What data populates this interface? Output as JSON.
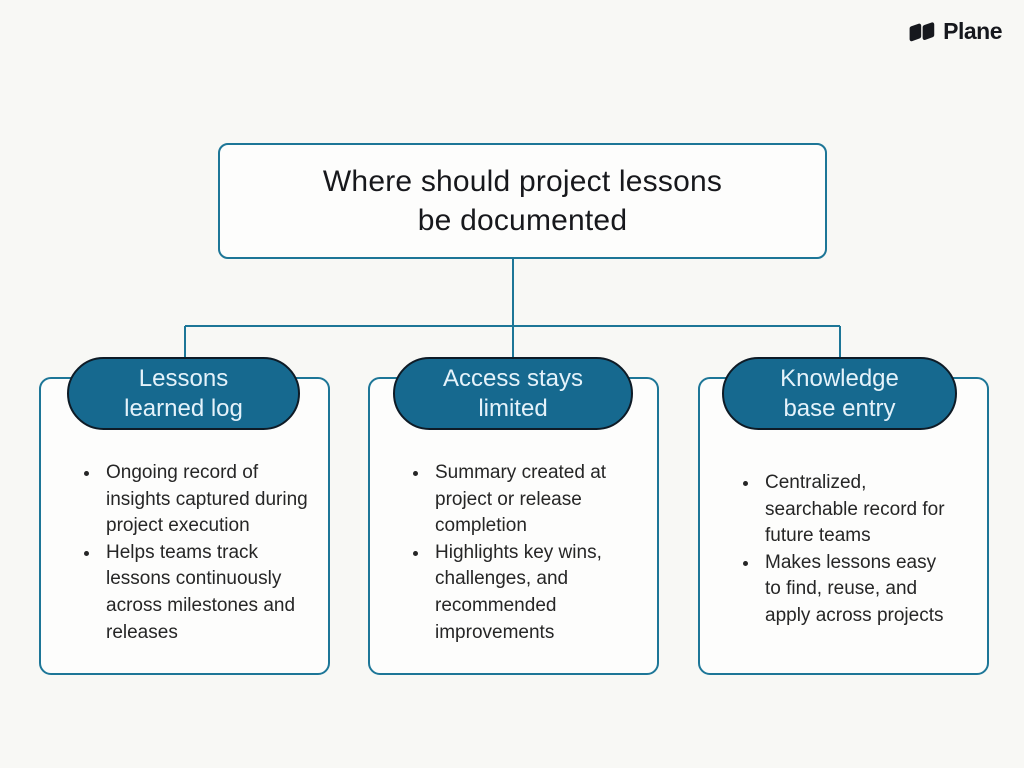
{
  "colors": {
    "background": "#f8f8f5",
    "node_border": "#1d7697",
    "node_fill": "#fdfdfc",
    "pill_fill": "#16698f",
    "pill_border": "#0e1b26",
    "pill_text": "#e4f2fa",
    "title_text": "#17181c",
    "bullet_text": "#262626",
    "logo_color": "#16181d"
  },
  "logo": {
    "brand": "Plane",
    "icon": "plane-logo-icon"
  },
  "root": {
    "label": "Where should project lessons be documented",
    "label_lines": [
      "Where should project lessons",
      "be documented"
    ]
  },
  "branches": [
    {
      "id": "lessons-learned-log",
      "label": "Lessons learned log",
      "label_lines": [
        "Lessons",
        "learned log"
      ],
      "bullets": [
        "Ongoing record of insights captured during project execution",
        "Helps teams track lessons continuously across milestones and releases"
      ]
    },
    {
      "id": "access-stays-limited",
      "label": "Access stays limited",
      "label_lines": [
        "Access stays",
        "limited"
      ],
      "bullets": [
        "Summary created at project or release completion",
        "Highlights key wins, challenges, and recommended improvements"
      ]
    },
    {
      "id": "knowledge-base-entry",
      "label": "Knowledge base entry",
      "label_lines": [
        "Knowledge",
        "base entry"
      ],
      "bullets": [
        "Centralized, searchable record for future teams",
        "Makes lessons easy to find, reuse, and apply across projects"
      ]
    }
  ]
}
